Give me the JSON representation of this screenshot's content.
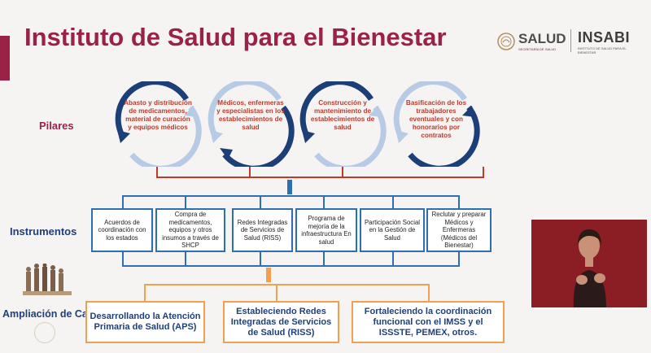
{
  "title": "Instituto de Salud para el Bienestar",
  "logos": {
    "salud": "SALUD",
    "salud_sub": "SECRETARÍA DE SALUD",
    "insabi": "INSABI",
    "insabi_sub": "INSTITUTO DE SALUD PARA EL BIENESTAR"
  },
  "sections": {
    "pilares": "Pilares",
    "instrumentos": "Instrumentos",
    "ampliacion": "Ampliación de Capacidades"
  },
  "pilares": [
    "Abasto y distribución de medicamentos, material de curación y equipos médicos",
    "Médicos, enfermeras y especialistas en los establecimientos de salud",
    "Construcción y mantenimiento de establecimientos de salud",
    "Basificación de los trabajadores eventuales y con honorarios por contratos"
  ],
  "instrumentos": [
    "Acuerdos de coordinación con los estados",
    "Compra de medicamentos, equipos y otros insumos a través de SHCP",
    "Redes Integradas de Servicios de Salud (RISS)",
    "Programa de mejoría de la infraestructura En salud",
    "Participación Social en la Gestión de Salud",
    "Reclutar y preparar Médicos y Enfermeras (Médicos del Bienestar)"
  ],
  "capacidades": [
    "Desarrollando la Atención Primaria de Salud (APS)",
    "Estableciendo Redes Integradas de Servicios de Salud (RISS)",
    "Fortaleciendo la coordinación funcional con el IMSS y el ISSSTE, PEMEX, otros."
  ],
  "colors": {
    "brand": "#9b2247",
    "pillar_text": "#c0392b",
    "instrument_border": "#2e6fb3",
    "capacity_border": "#f0a050",
    "label_blue": "#1f3f7a"
  }
}
